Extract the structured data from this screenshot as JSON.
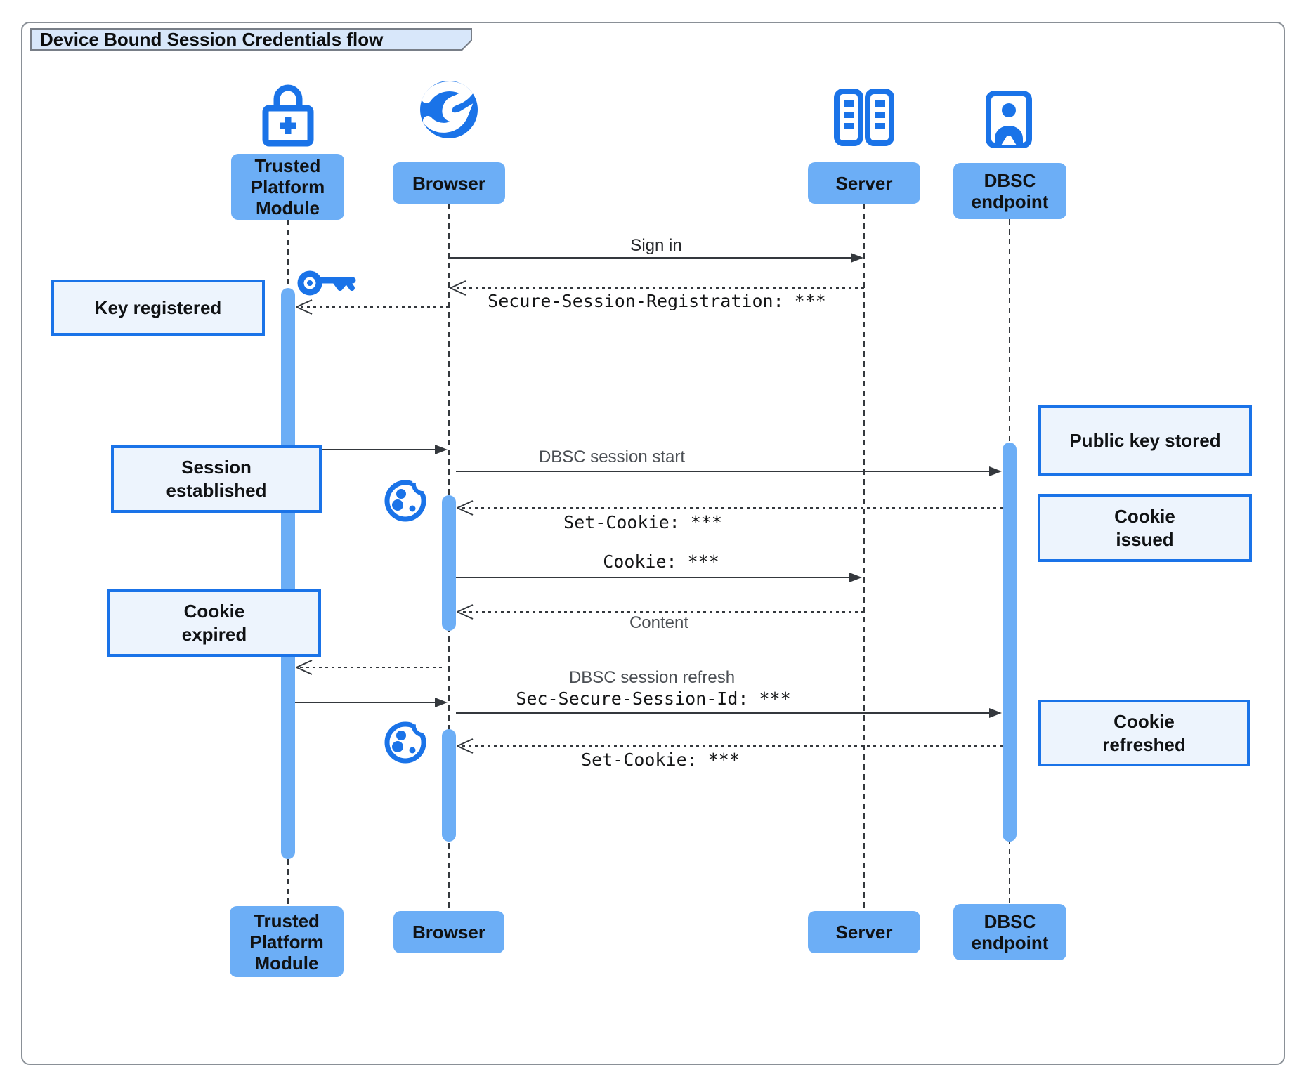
{
  "diagram_title": "Device Bound Session Credentials flow",
  "participants": {
    "tpm": {
      "label": "Trusted\nPlatform\nModule",
      "icon": "lock-plus-icon"
    },
    "browser": {
      "label": "Browser",
      "icon": "globe-icon"
    },
    "server": {
      "label": "Server",
      "icon": "server-racks-icon"
    },
    "dbsc": {
      "label": "DBSC\nendpoint",
      "icon": "person-badge-icon"
    }
  },
  "notes": {
    "key_registered": "Key registered",
    "session_established": "Session\nestablished",
    "cookie_expired": "Cookie\nexpired",
    "public_key_stored": "Public key stored",
    "cookie_issued": "Cookie\nissued",
    "cookie_refreshed": "Cookie\nrefreshed"
  },
  "messages": {
    "sign_in": "Sign in",
    "secure_session_registration": "Secure-Session-Registration: ***",
    "dbsc_session_start": "DBSC session start",
    "set_cookie_1": "Set-Cookie: ***",
    "cookie": "Cookie: ***",
    "content": "Content",
    "dbsc_session_refresh": "DBSC session refresh",
    "sec_secure_session_id": "Sec-Secure-Session-Id: ***",
    "set_cookie_2": "Set-Cookie: ***"
  },
  "icon_decorations": [
    "key-icon",
    "cookie-icon",
    "cookie-icon"
  ],
  "colors": {
    "accent_blue": "#1a73e8",
    "participant_fill": "#6caef6",
    "activation_bar_fill": "#6caef6",
    "note_fill": "#edf4fd",
    "note_border": "#1a73e8",
    "title_tab_fill": "#d8e7fa",
    "line_color": "#34383d",
    "gray_label": "#4b4f54"
  }
}
